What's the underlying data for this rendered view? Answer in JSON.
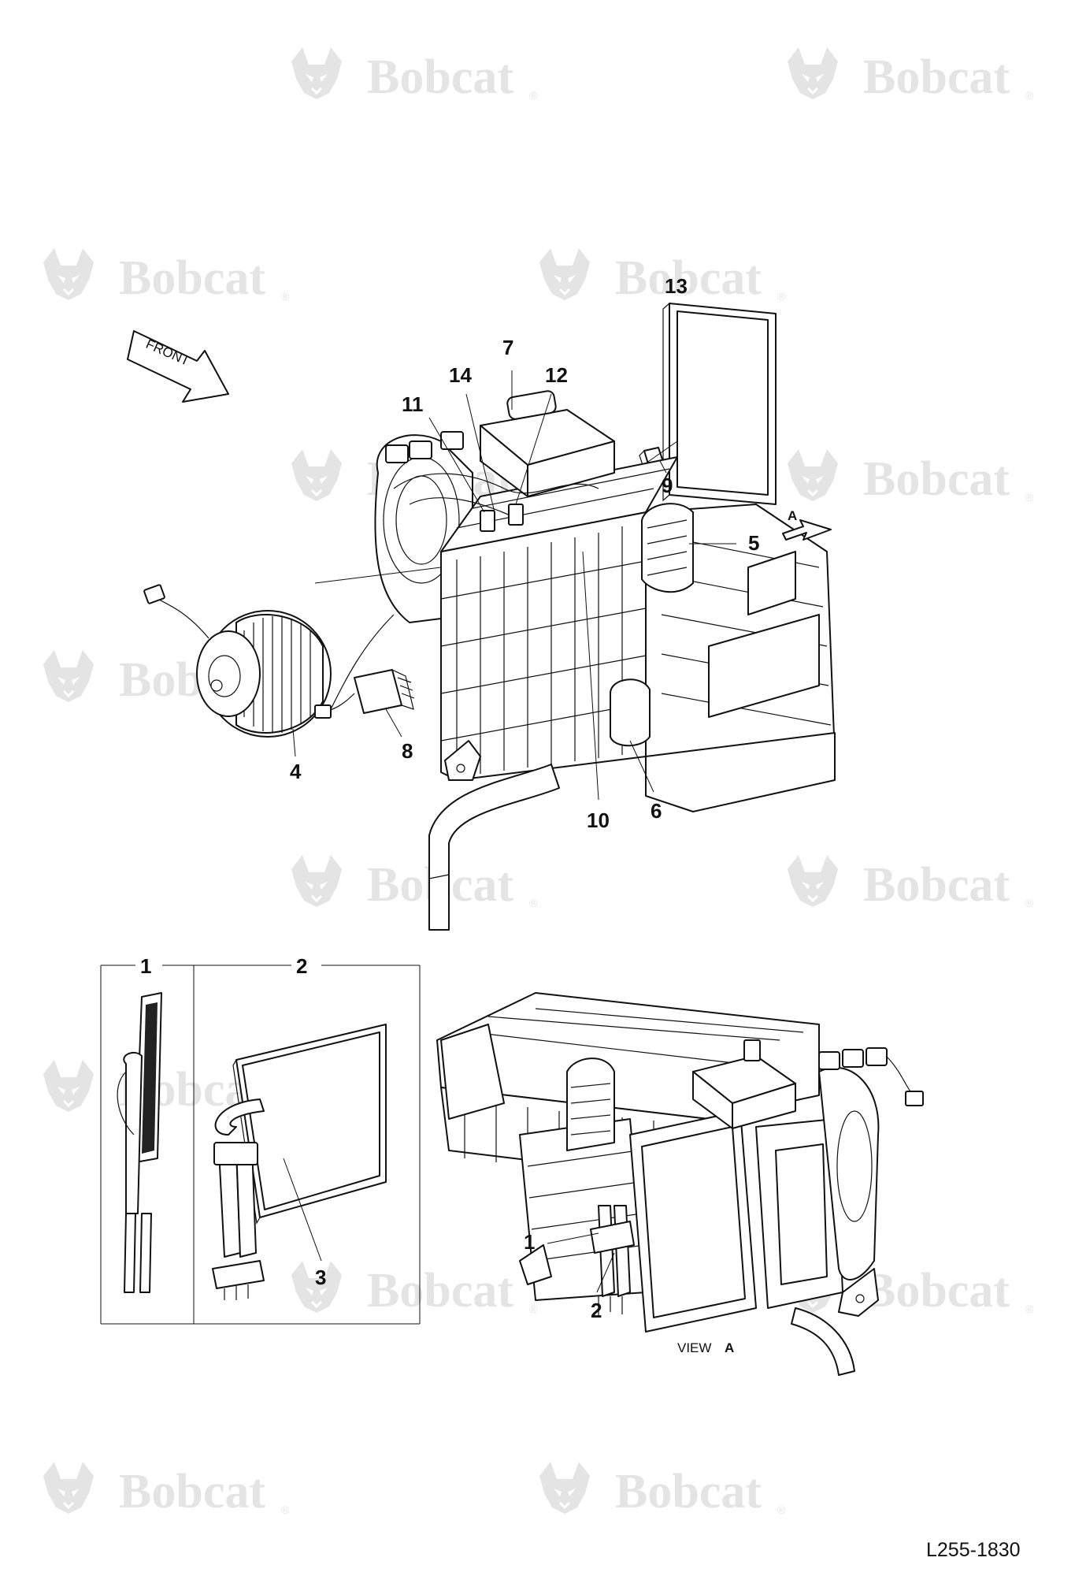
{
  "watermark": {
    "brand": "Bobcat",
    "mark": "®",
    "color": "#e4e4e4"
  },
  "orientation": {
    "front_label": "FRONT",
    "view_marker": "A"
  },
  "callouts_main": [
    {
      "id": "c13",
      "label": "13"
    },
    {
      "id": "c7",
      "label": "7"
    },
    {
      "id": "c14",
      "label": "14"
    },
    {
      "id": "c12",
      "label": "12"
    },
    {
      "id": "c11",
      "label": "11"
    },
    {
      "id": "c9",
      "label": "9"
    },
    {
      "id": "c5",
      "label": "5"
    },
    {
      "id": "c4",
      "label": "4"
    },
    {
      "id": "c8",
      "label": "8"
    },
    {
      "id": "c10",
      "label": "10"
    },
    {
      "id": "c6",
      "label": "6"
    }
  ],
  "detail_panel": {
    "callouts": [
      {
        "id": "d1",
        "label": "1"
      },
      {
        "id": "d2",
        "label": "2"
      },
      {
        "id": "d3",
        "label": "3"
      }
    ]
  },
  "view_a": {
    "caption_prefix": "VIEW",
    "caption_letter": "A",
    "callouts": [
      {
        "id": "v1",
        "label": "1"
      },
      {
        "id": "v2",
        "label": "2"
      }
    ]
  },
  "reference_number": "L255-1830"
}
